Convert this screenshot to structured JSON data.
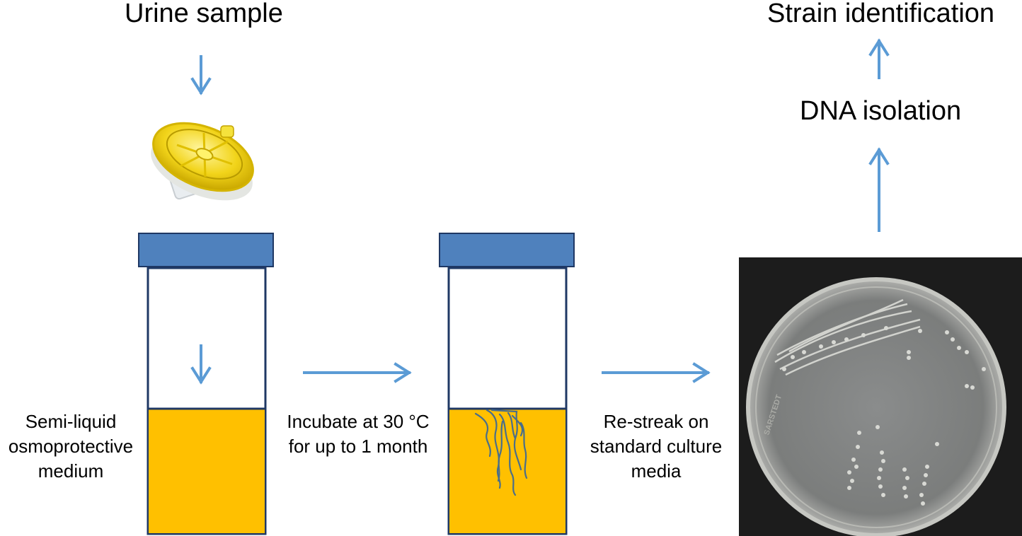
{
  "labels": {
    "urine_sample": "Urine sample",
    "strain_identification": "Strain identification",
    "dna_isolation": "DNA isolation",
    "medium_line1": "Semi-liquid",
    "medium_line2": "osmoprotective",
    "medium_line3": "medium",
    "incubate_line1": "Incubate at 30 °C",
    "incubate_line2": "for up to 1 month",
    "restreak_line1": "Re-streak on",
    "restreak_line2": "standard culture",
    "restreak_line3": "media"
  },
  "colors": {
    "arrow": "#5b9bd5",
    "tube_cap": "#4f81bd",
    "tube_outline": "#1f3864",
    "medium": "#ffc000",
    "growth_strands": "#4a6e8a",
    "filter_yellow": "#f2d41a",
    "plate_background": "#1c1c1c"
  },
  "icons": {
    "syringe_filter": "syringe-filter-icon",
    "petri_dish": "petri-dish-icon"
  }
}
